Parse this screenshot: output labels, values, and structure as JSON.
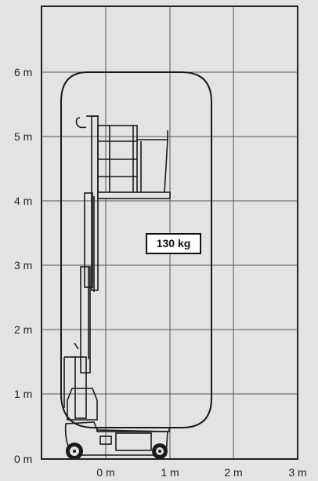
{
  "diagram": {
    "y_axis_labels": [
      "0 m",
      "1 m",
      "2 m",
      "3 m",
      "4 m",
      "5 m",
      "6 m"
    ],
    "x_axis_labels": [
      "0 m",
      "1 m",
      "2 m",
      "3 m"
    ],
    "load_label": "130 kg"
  },
  "colors": {
    "background": "#e3e3e3",
    "grid": "#555555",
    "frame": "#222222",
    "machine": "#1a1a1a",
    "label_box": "#ffffff"
  }
}
